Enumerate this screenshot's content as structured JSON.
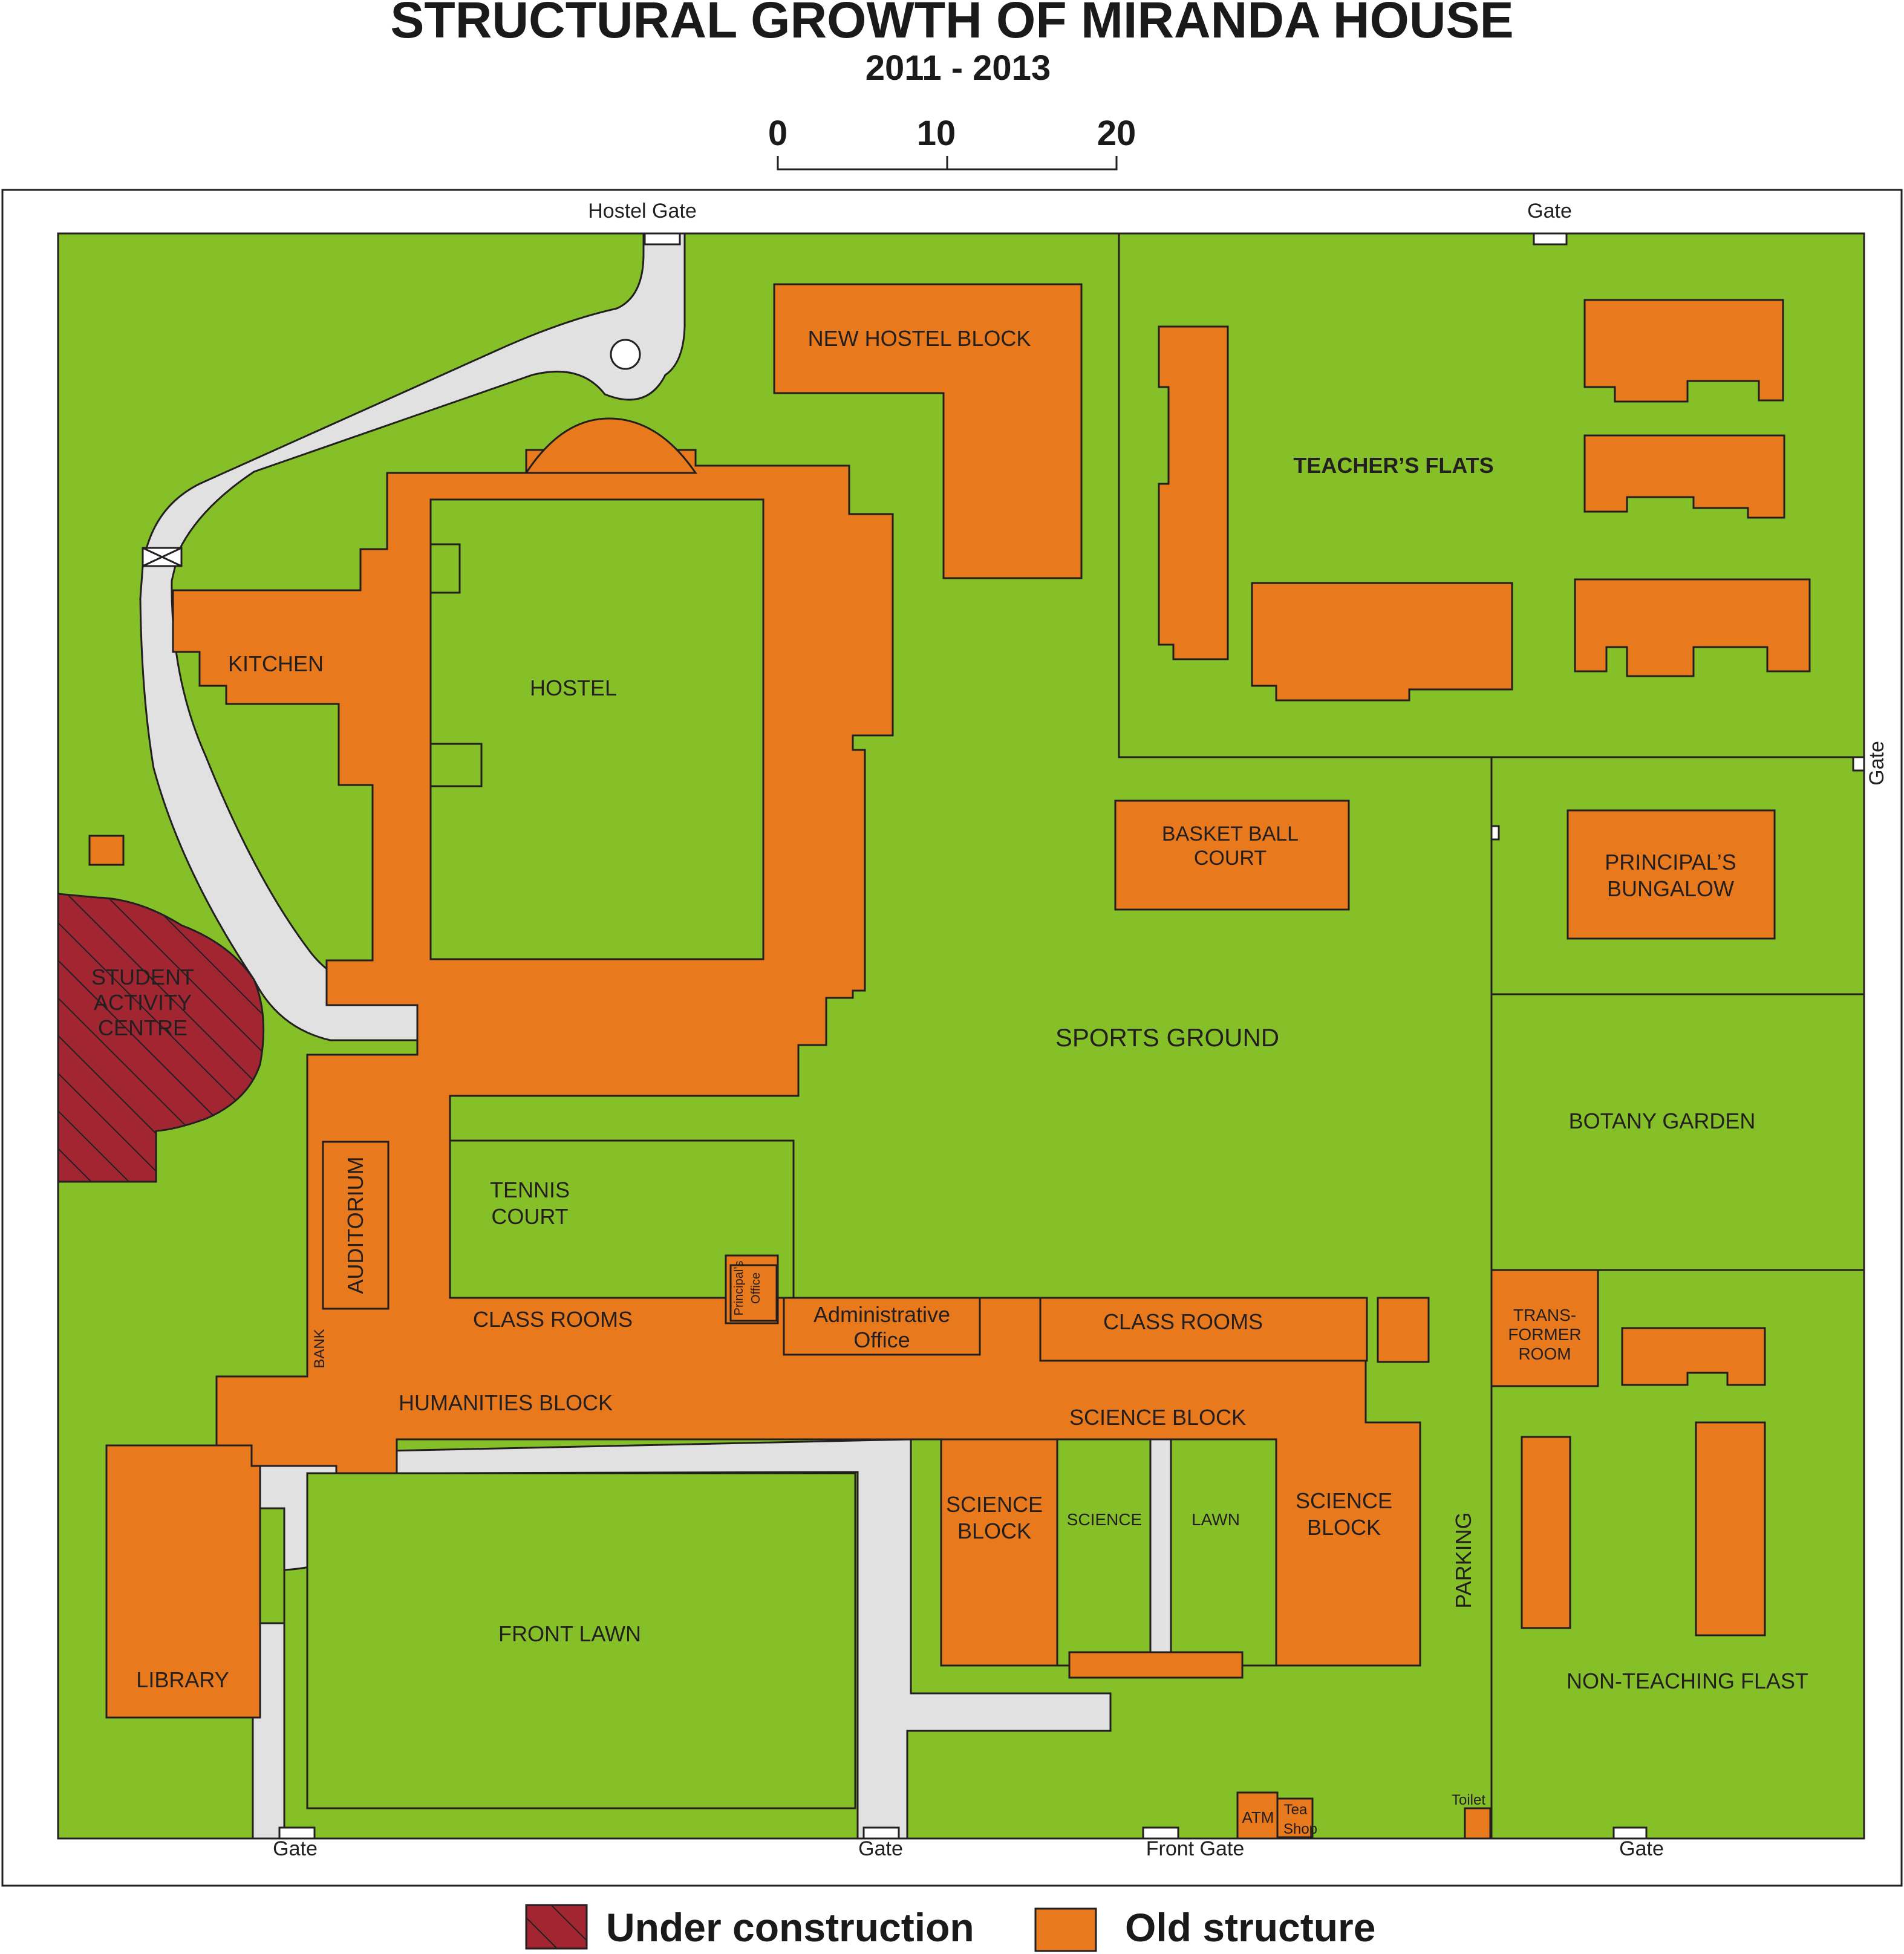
{
  "title": "STRUCTURAL GROWTH OF MIRANDA HOUSE",
  "subtitle": "2011 - 2013",
  "scale": {
    "ticks": [
      "0",
      "10",
      "20"
    ]
  },
  "colors": {
    "ground": "#86c028",
    "old_structure": "#e8791d",
    "under_construction": "#a12632",
    "road": "#e0e1e0",
    "outline": "#231f20"
  },
  "gates": {
    "hostel_gate": "Hostel Gate",
    "top_gate": "Gate",
    "right_gate": "Gate",
    "bottom_gate_1": "Gate",
    "bottom_gate_2": "Gate",
    "front_gate": "Front Gate",
    "bottom_gate_3": "Gate"
  },
  "labels": {
    "new_hostel_block": "NEW HOSTEL BLOCK",
    "teachers_flats": "TEACHER’S FLATS",
    "kitchen": "KITCHEN",
    "hostel": "HOSTEL",
    "basketball_court": [
      "BASKET BALL",
      "COURT"
    ],
    "principals_bungalow": [
      "PRINCIPAL’S",
      "BUNGALOW"
    ],
    "student_activity_centre": [
      "STUDENT",
      "ACTIVITY",
      "CENTRE"
    ],
    "sports_ground": "SPORTS GROUND",
    "botany_garden": "BOTANY GARDEN",
    "tennis_court": [
      "TENNIS",
      "COURT"
    ],
    "auditorium": "AUDITORIUM",
    "principals_office": [
      "Principal’s",
      "Office"
    ],
    "class_rooms_left": "CLASS ROOMS",
    "administrative_office": [
      "Administrative",
      "Office"
    ],
    "class_rooms_right": "CLASS ROOMS",
    "transformer_room": [
      "TRANS-",
      "FORMER",
      "ROOM"
    ],
    "bank": "BANK",
    "humanities_block": "HUMANITIES BLOCK",
    "science_block_top": "SCIENCE BLOCK",
    "science_block_left": [
      "SCIENCE",
      "BLOCK"
    ],
    "science_lawn_left": "SCIENCE",
    "science_lawn_right": "LAWN",
    "science_block_right": [
      "SCIENCE",
      "BLOCK"
    ],
    "parking": "PARKING",
    "front_lawn": "FRONT LAWN",
    "library": "LIBRARY",
    "non_teaching_flats": "NON-TEACHING FLAST",
    "atm": "ATM",
    "tea_shop": [
      "Tea",
      "Shop"
    ],
    "toilet": "Toilet"
  },
  "legend": [
    {
      "label": "Under construction",
      "color": "#a12632",
      "hatched": true
    },
    {
      "label": "Old structure",
      "color": "#e8791d",
      "hatched": false
    }
  ]
}
